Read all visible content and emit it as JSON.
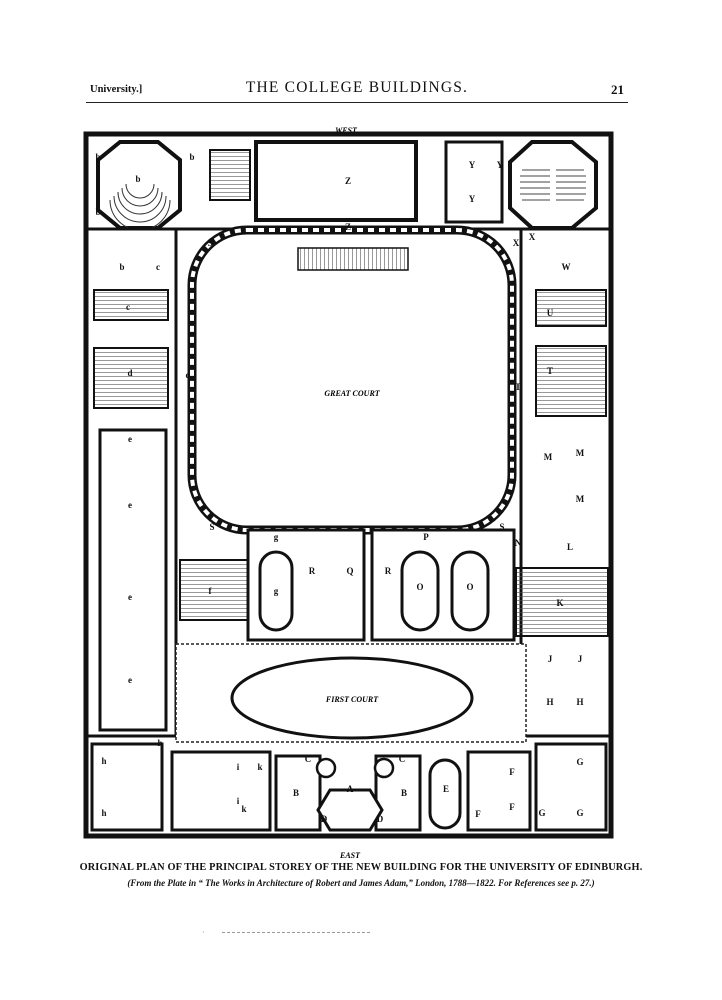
{
  "header": {
    "left": "University.]",
    "title": "THE COLLEGE BUILDINGS.",
    "page_number": "21"
  },
  "plan": {
    "orientation_top": "WEST",
    "orientation_bottom": "EAST",
    "great_court_label": "GREAT COURT",
    "first_court_label": "FIRST COURT"
  },
  "caption": {
    "main": "ORIGINAL PLAN OF THE PRINCIPAL STOREY OF THE NEW BUILDING FOR THE UNIVERSITY OF EDINBURGH.",
    "source": "(From the Plate in “ The Works in Architecture of Robert and James Adam,” London, 1788—1822. For References see p. 27.)"
  },
  "colors": {
    "ink": "#111111",
    "paper": "#ffffff",
    "hatch": "#555555"
  }
}
